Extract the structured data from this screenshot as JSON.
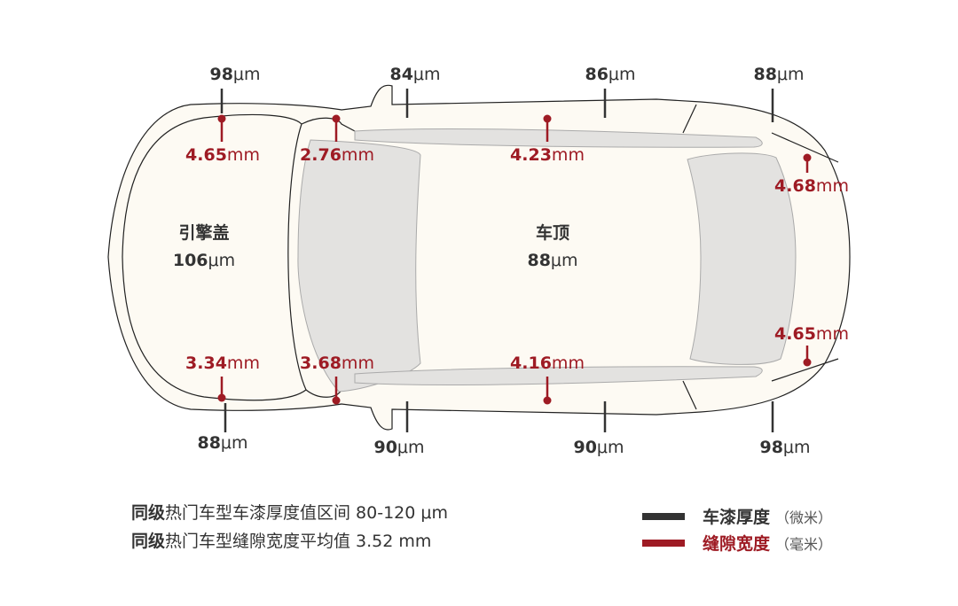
{
  "colors": {
    "paint": "#333333",
    "gap": "#9e1b24",
    "body": "#fdfaf3",
    "glass": "#e3e2e0"
  },
  "areas": {
    "hood": {
      "name": "引擎盖",
      "value": "106",
      "unit": "μm"
    },
    "roof": {
      "name": "车顶",
      "value": "88",
      "unit": "μm"
    }
  },
  "paint": [
    {
      "value": "98",
      "unit": "μm"
    },
    {
      "value": "84",
      "unit": "μm"
    },
    {
      "value": "86",
      "unit": "μm"
    },
    {
      "value": "88",
      "unit": "μm"
    },
    {
      "value": "88",
      "unit": "μm"
    },
    {
      "value": "90",
      "unit": "μm"
    },
    {
      "value": "90",
      "unit": "μm"
    },
    {
      "value": "98",
      "unit": "μm"
    }
  ],
  "gaps": [
    {
      "value": "4.65",
      "unit": "mm"
    },
    {
      "value": "2.76",
      "unit": "mm"
    },
    {
      "value": "4.23",
      "unit": "mm"
    },
    {
      "value": "4.68",
      "unit": "mm"
    },
    {
      "value": "3.34",
      "unit": "mm"
    },
    {
      "value": "3.68",
      "unit": "mm"
    },
    {
      "value": "4.16",
      "unit": "mm"
    },
    {
      "value": "4.65",
      "unit": "mm"
    }
  ],
  "notes": [
    {
      "bold": "同级",
      "text": "热门车型车漆厚度值区间 80-120 μm"
    },
    {
      "bold": "同级",
      "text": "热门车型缝隙宽度平均值 3.52 mm"
    }
  ],
  "legend": [
    {
      "name": "车漆厚度",
      "unit": "（微米）"
    },
    {
      "name": "缝隙宽度",
      "unit": "（毫米）"
    }
  ]
}
